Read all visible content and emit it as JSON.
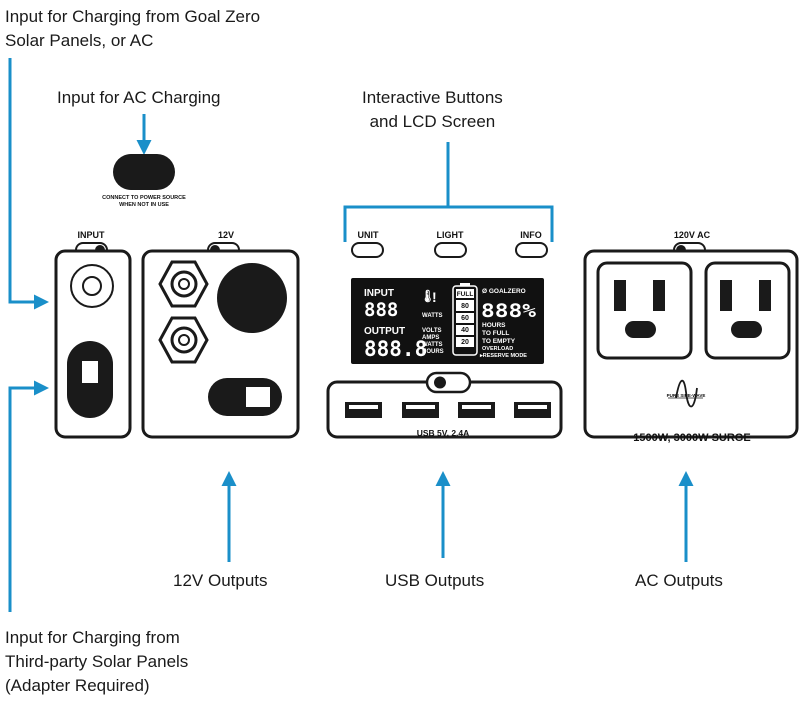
{
  "callouts": {
    "goal_zero_input": [
      "Input for Charging from Goal Zero",
      "Solar Panels, or AC"
    ],
    "ac_charging_input": "Input for AC Charging",
    "interactive": [
      "Interactive Buttons",
      "and LCD Screen"
    ],
    "out_12v": "12V Outputs",
    "out_usb": "USB Outputs",
    "out_ac": "AC Outputs",
    "third_party_input": [
      "Input for Charging from",
      "Third-party Solar Panels",
      "(Adapter Required)"
    ]
  },
  "labels": {
    "connect_power": [
      "CONNECT TO POWER SOURCE",
      "WHEN NOT IN USE"
    ],
    "input_panel": "INPUT",
    "panel_12v": "12V",
    "unit_button": "UNIT",
    "light_button": "LIGHT",
    "info_button": "INFO",
    "usb_spec": "USB 5V, 2.4A",
    "ac_panel": "120V AC",
    "pure_sine": "PURE SINE-WAVE",
    "ac_spec": "1500W, 3000W SURGE"
  },
  "lcd": {
    "input_label": "INPUT",
    "input_digits": "888",
    "watts": "WATTS",
    "output_label": "OUTPUT",
    "output_digits": "888.8",
    "volts": "VOLTS",
    "amps": "AMPS",
    "watts2": "WATTS",
    "hours": "HOURS",
    "battery_full": "FULL",
    "battery_levels": [
      "80",
      "60",
      "40",
      "20"
    ],
    "brand": "Ø GOALZERO",
    "percent_digits": "888%",
    "hours_to": "HOURS",
    "to_full": "TO FULL",
    "to_empty": "TO EMPTY",
    "overload": "OVERLOAD",
    "reserve": "▸RESERVE MODE"
  },
  "colors": {
    "arrow": "#1a8fc9",
    "ink": "#1a1a1a",
    "lcd": "#111111"
  }
}
